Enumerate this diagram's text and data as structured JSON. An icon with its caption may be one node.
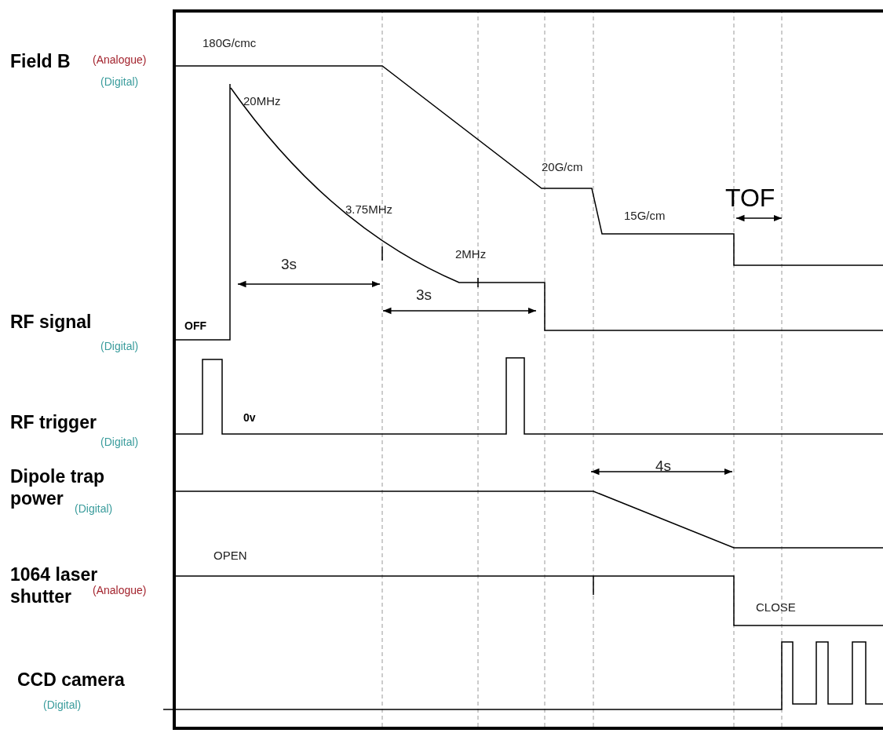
{
  "diagram": {
    "labels": [
      "Field B",
      "(Analogue)",
      "180G/cmc",
      "(Digital)",
      "20MHz",
      "20G/cm",
      "TOF",
      "3.75MHz",
      "15G/cm",
      "3s",
      "2MHz",
      "3s",
      "RF signal",
      "OFF",
      "(Digital)",
      "RF trigger",
      "0v",
      "(Digital)",
      "4s",
      "Dipole trap power",
      "(Digital)",
      "OPEN",
      "1064 laser shutter",
      "(Analogue)",
      "CLOSE",
      "CCD camera",
      "(Digital)"
    ]
  }
}
